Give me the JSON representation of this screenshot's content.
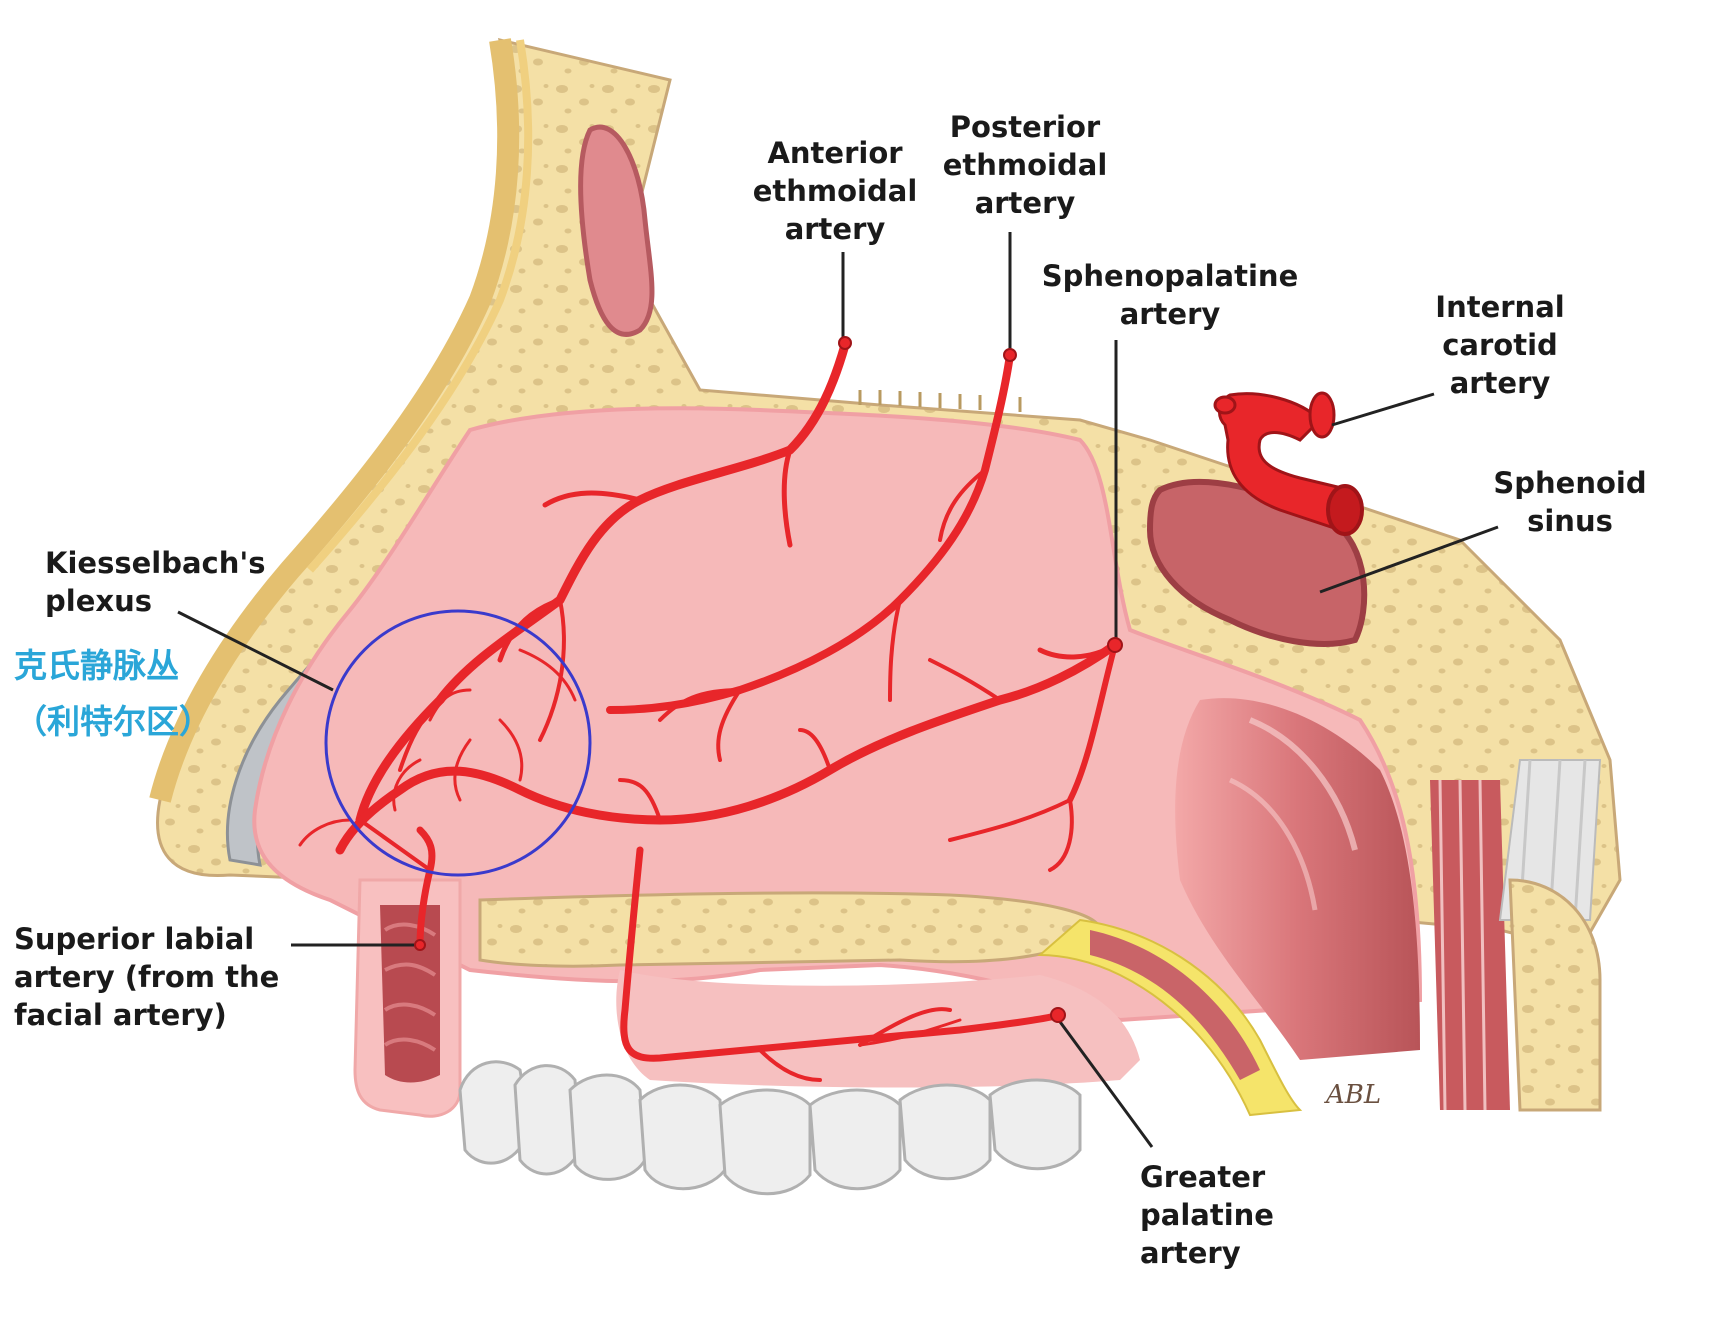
{
  "labels": {
    "anterior_ethmoidal": [
      "Anterior",
      "ethmoidal",
      "artery"
    ],
    "posterior_ethmoidal": [
      "Posterior",
      "ethmoidal",
      "artery"
    ],
    "sphenopalatine": [
      "Sphenopalatine",
      "artery"
    ],
    "internal_carotid": [
      "Internal",
      "carotid",
      "artery"
    ],
    "sphenoid_sinus": [
      "Sphenoid",
      "sinus"
    ],
    "kiesselbach": [
      "Kiesselbach's",
      "plexus"
    ],
    "kiesselbach_cn": [
      "克氏静脉丛",
      "（利特尔区）"
    ],
    "superior_labial": [
      "Superior labial",
      "artery (from the",
      "facial artery)"
    ],
    "greater_palatine": [
      "Greater",
      "palatine",
      "artery"
    ]
  },
  "signature": "ABL",
  "colors": {
    "bone": "#f4e0a6",
    "mucosa": "#f6b9b9",
    "artery": "#e8262a",
    "plexus_circle": "#3a3acc",
    "cn_text": "#2aa6d8"
  }
}
